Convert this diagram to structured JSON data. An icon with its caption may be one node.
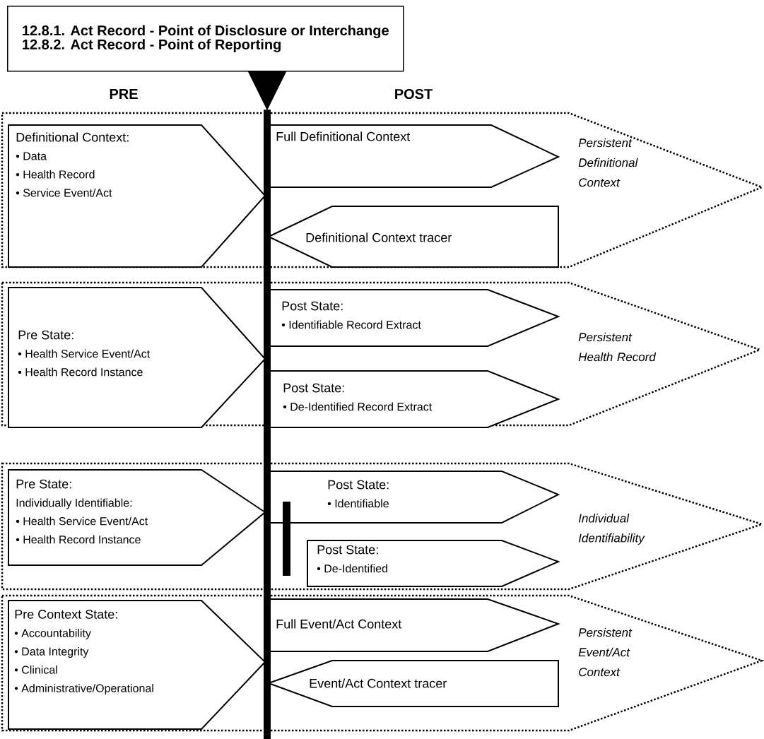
{
  "diagram": {
    "nodes": [
      {
        "text": [
          "12.8.1. Act Record - Point of Disclosure or Interchange",
          "12.8.2. Act Record - Point of Reporting"
        ]
      },
      {
        "text": [],
        "shape": "bar"
      },
      {
        "text": [
          "Persistent Definitional Context"
        ]
      },
      {
        "text": [
          "Definitional Context:",
          "• Data",
          "• Health Record",
          "• Service Event/Act"
        ],
        "in": 2
      },
      {
        "text": [
          "Full Definitional Context"
        ],
        "in": 2
      },
      {
        "text": [
          "Definitional Context tracer"
        ],
        "in": 2
      },
      {
        "text": [
          "Persistent Health Record"
        ]
      },
      {
        "text": [
          "Pre State:",
          "• Health Service Event/Act",
          "• Health Record Instance"
        ],
        "in": 6
      },
      {
        "text": [
          "Post State:",
          "• Identifiable Record Extract"
        ],
        "in": 6
      },
      {
        "text": [
          "Post State:",
          "• De-Identified Record Extract"
        ],
        "in": 6
      },
      {
        "text": [
          "Individual Identifiability"
        ]
      },
      {
        "text": [
          "Pre State:",
          "Individually Identifiable:",
          "• Health Service Event/Act",
          "• Health Record Instance"
        ],
        "in": 10
      },
      {
        "text": [
          "Post State:",
          "• Identifiable"
        ],
        "in": 10
      },
      {
        "text": [
          "Post State:",
          "• De-Identified"
        ],
        "in": 10
      },
      {
        "text": [
          "Persistent Event/Act Context"
        ]
      },
      {
        "text": [
          "Pre Context State:",
          "• Accountability",
          "• Data Integrity",
          "• Clinical",
          "• Administrative/Operational"
        ],
        "in": 14
      },
      {
        "text": [
          "Full Event/Act Context"
        ],
        "in": 14
      },
      {
        "text": [
          "Event/Act Context tracer"
        ],
        "in": 14
      }
    ],
    "edges": [
      {
        "from": 0,
        "to": 1,
        "arrow": "to"
      }
    ],
    "labels": [
      "PRE",
      "POST"
    ]
  }
}
